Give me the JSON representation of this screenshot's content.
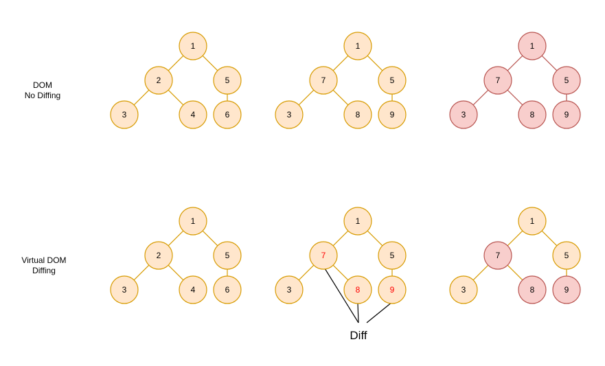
{
  "colors": {
    "unchanged_fill": "#ffe6cc",
    "unchanged_stroke": "#d79b00",
    "rerendered_fill": "#f8cecc",
    "rerendered_stroke": "#b85450",
    "diff_text": "#ff0000",
    "normal_text": "#000000",
    "diff_line": "#000000"
  },
  "rows": [
    {
      "label_lines": [
        "DOM",
        "No Diffing"
      ],
      "trees": [
        {
          "nodes": [
            "1",
            "2",
            "5",
            "3",
            "4",
            "6"
          ],
          "node_states": [
            "normal",
            "normal",
            "normal",
            "normal",
            "normal",
            "normal"
          ]
        },
        {
          "nodes": [
            "1",
            "7",
            "5",
            "3",
            "8",
            "9"
          ],
          "node_states": [
            "normal",
            "normal",
            "normal",
            "normal",
            "normal",
            "normal"
          ]
        },
        {
          "nodes": [
            "1",
            "7",
            "5",
            "3",
            "8",
            "9"
          ],
          "node_states": [
            "rerendered",
            "rerendered",
            "rerendered",
            "rerendered",
            "rerendered",
            "rerendered"
          ]
        }
      ]
    },
    {
      "label_lines": [
        "Virtual DOM",
        "Diffing"
      ],
      "trees": [
        {
          "nodes": [
            "1",
            "2",
            "5",
            "3",
            "4",
            "6"
          ],
          "node_states": [
            "normal",
            "normal",
            "normal",
            "normal",
            "normal",
            "normal"
          ]
        },
        {
          "nodes": [
            "1",
            "7",
            "5",
            "3",
            "8",
            "9"
          ],
          "node_states": [
            "normal",
            "diff",
            "normal",
            "normal",
            "diff",
            "diff"
          ]
        },
        {
          "nodes": [
            "1",
            "7",
            "5",
            "3",
            "8",
            "9"
          ],
          "node_states": [
            "normal",
            "rerendered",
            "normal",
            "normal",
            "rerendered",
            "rerendered"
          ]
        }
      ]
    }
  ],
  "diff_annotation": {
    "label": "Diff"
  }
}
